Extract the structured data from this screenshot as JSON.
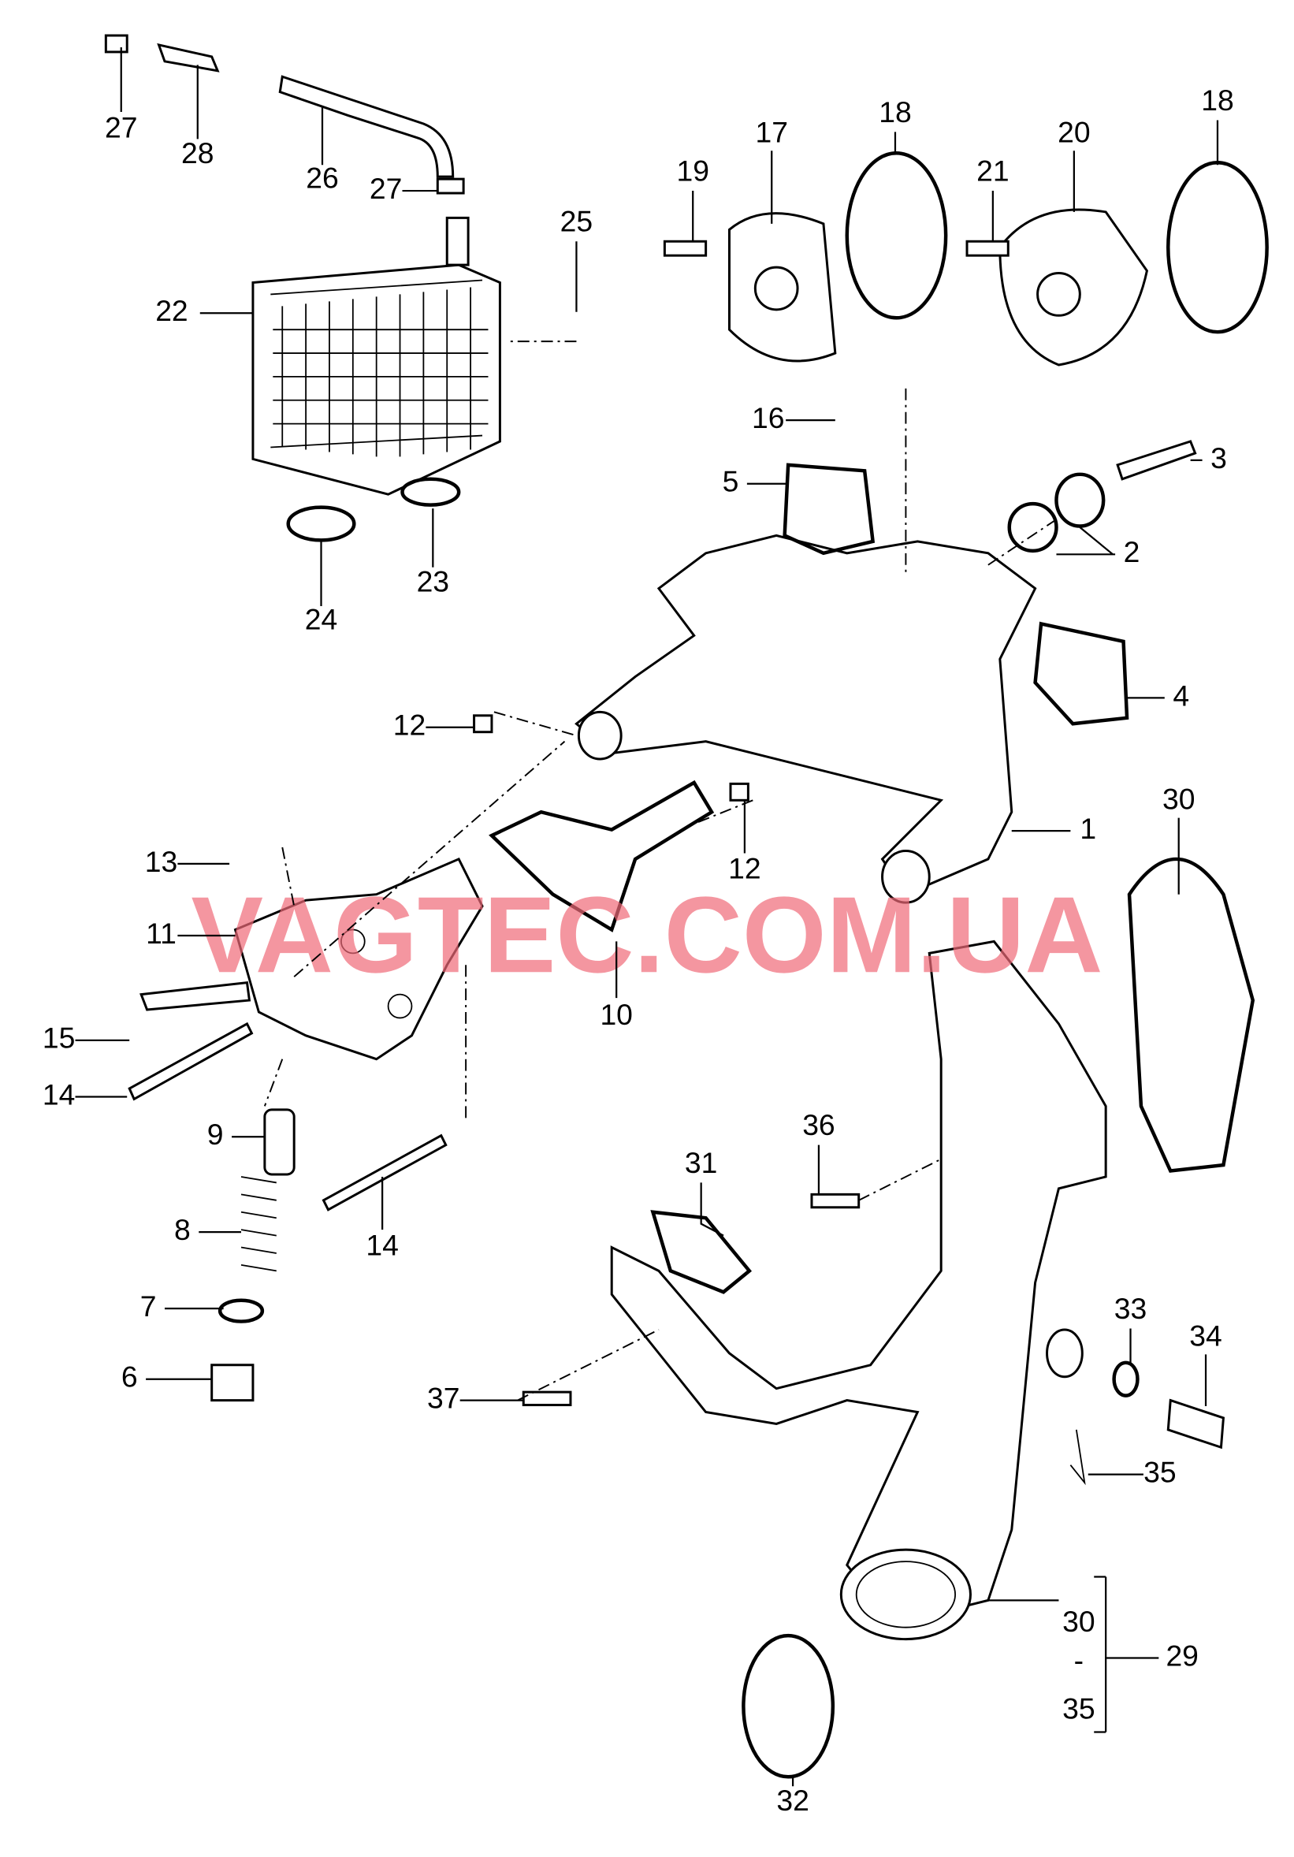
{
  "watermark": "VAGTEC.COM.UA",
  "callouts": [
    "27",
    "28",
    "26",
    "27",
    "22",
    "25",
    "24",
    "23",
    "19",
    "17",
    "18",
    "21",
    "20",
    "18",
    "16",
    "5",
    "3",
    "2",
    "4",
    "12",
    "12",
    "1",
    "13",
    "11",
    "10",
    "15",
    "14",
    "9",
    "8",
    "14",
    "7",
    "6",
    "30",
    "36",
    "31",
    "33",
    "34",
    "37",
    "35",
    "30",
    "-",
    "35",
    "29",
    "32"
  ]
}
